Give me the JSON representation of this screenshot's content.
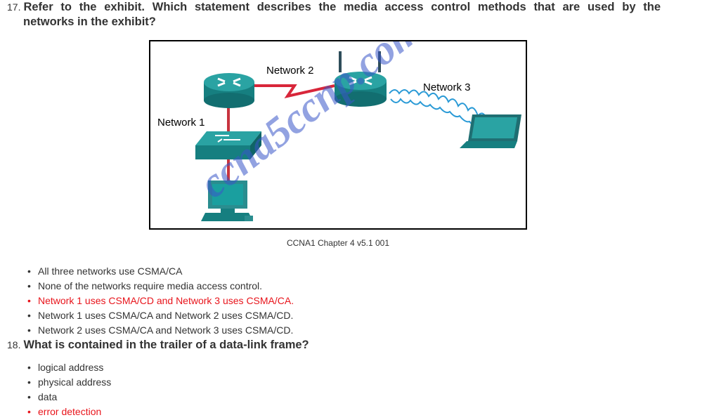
{
  "questions": [
    {
      "number": "17.",
      "text_line1": "Refer to the exhibit. Which statement describes the media access control methods that are used by the",
      "text_line2": "networks in the exhibit?",
      "exhibit": {
        "labels": {
          "network1": "Network 1",
          "network2": "Network 2",
          "network3": "Network 3"
        },
        "watermark": "ccna5ccnp.com",
        "caption": "CCNA1 Chapter 4 v5.1 001"
      },
      "options": [
        {
          "text": "All three networks use CSMA/CA",
          "correct": false
        },
        {
          "text": "None of the networks require media access control.",
          "correct": false
        },
        {
          "text": "Network 1 uses CSMA/CD and Network 3 uses CSMA/CA.",
          "correct": true
        },
        {
          "text": "Network 1 uses CSMA/CA and Network 2 uses CSMA/CD.",
          "correct": false
        },
        {
          "text": "Network 2 uses CSMA/CA and Network 3 uses CSMA/CD.",
          "correct": false
        }
      ]
    },
    {
      "number": "18.",
      "text": "What is contained in the trailer of a data-link frame?",
      "options": [
        {
          "text": "logical address",
          "correct": false
        },
        {
          "text": "physical address",
          "correct": false
        },
        {
          "text": "data",
          "correct": false
        },
        {
          "text": "error detection",
          "correct": true
        }
      ]
    }
  ],
  "colors": {
    "correct": "#e8141b",
    "text": "#333333",
    "device": "#1c8f8f",
    "serial_link": "#d8263a",
    "wireless": "#2a9ad6"
  },
  "bullet": "•"
}
